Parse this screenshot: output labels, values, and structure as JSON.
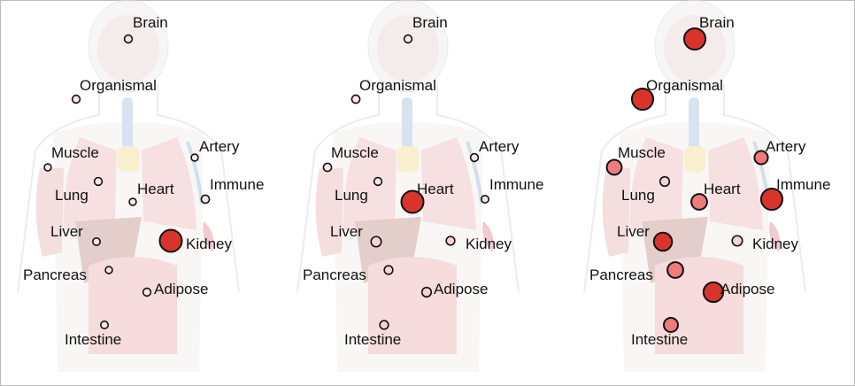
{
  "organs": [
    "Brain",
    "Organismal",
    "Muscle",
    "Lung",
    "Heart",
    "Artery",
    "Immune",
    "Liver",
    "Kidney",
    "Pancreas",
    "Adipose",
    "Intestine"
  ],
  "colors": {
    "low": "#f7d3d6",
    "mid": "#f07a7c",
    "high": "#d9342b",
    "outline": "#111111"
  },
  "panels": [
    {
      "name": "panel-1",
      "levels": {
        "Brain": 0.1,
        "Organismal": 0.1,
        "Muscle": 0.05,
        "Lung": 0.1,
        "Heart": 0.05,
        "Artery": 0.05,
        "Immune": 0.12,
        "Liver": 0.08,
        "Kidney": 1.0,
        "Pancreas": 0.05,
        "Adipose": 0.1,
        "Intestine": 0.08
      }
    },
    {
      "name": "panel-2",
      "levels": {
        "Brain": 0.1,
        "Organismal": 0.12,
        "Muscle": 0.12,
        "Lung": 0.1,
        "Heart": 1.0,
        "Artery": 0.1,
        "Immune": 0.08,
        "Liver": 0.25,
        "Kidney": 0.15,
        "Pancreas": 0.15,
        "Adipose": 0.2,
        "Intestine": 0.15
      }
    },
    {
      "name": "panel-3",
      "levels": {
        "Brain": 0.95,
        "Organismal": 0.95,
        "Muscle": 0.55,
        "Lung": 0.2,
        "Heart": 0.6,
        "Artery": 0.45,
        "Immune": 0.95,
        "Liver": 0.75,
        "Kidney": 0.25,
        "Pancreas": 0.6,
        "Adipose": 0.85,
        "Intestine": 0.5
      }
    }
  ]
}
